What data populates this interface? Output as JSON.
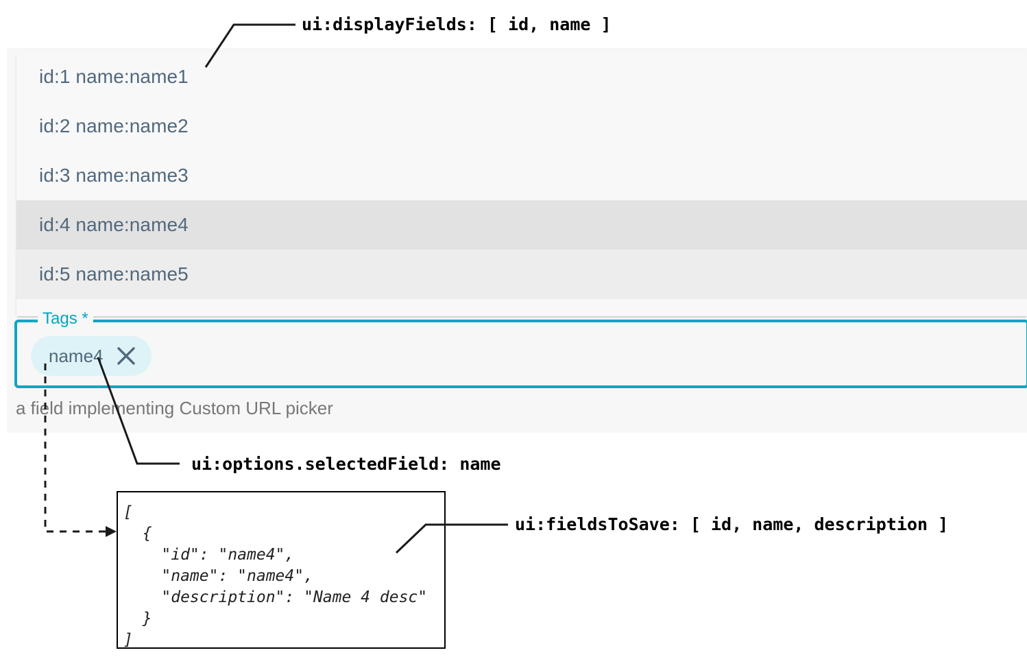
{
  "annotations": {
    "display_fields": "ui:displayFields: [ id, name ]",
    "selected_field": "ui:options.selectedField: name",
    "fields_to_save": "ui:fieldsToSave: [ id, name, description ]"
  },
  "suggestion_list": {
    "items": [
      {
        "text": "id:1 name:name1",
        "state": "normal"
      },
      {
        "text": "id:2 name:name2",
        "state": "normal"
      },
      {
        "text": "id:3 name:name3",
        "state": "normal"
      },
      {
        "text": "id:4 name:name4",
        "state": "hovered"
      },
      {
        "text": "id:5 name:name5",
        "state": "alt"
      }
    ]
  },
  "tags_field": {
    "label": "Tags *",
    "helper_text": "a field implementing Custom URL picker",
    "chips": [
      {
        "label": "name4",
        "remove_icon": "close-icon"
      }
    ]
  },
  "json_sample": {
    "code": "[\n  {\n    \"id\": \"name4\",\n    \"name\": \"name4\",\n    \"description\": \"Name 4 desc\"\n  }\n]"
  },
  "colors": {
    "accent_teal": "#00a8c0",
    "chip_background": "#ddf3f7",
    "list_text": "#51687d",
    "helper_text": "#777777",
    "row_hover": "#e2e2e2",
    "row_alt": "#ededed"
  }
}
